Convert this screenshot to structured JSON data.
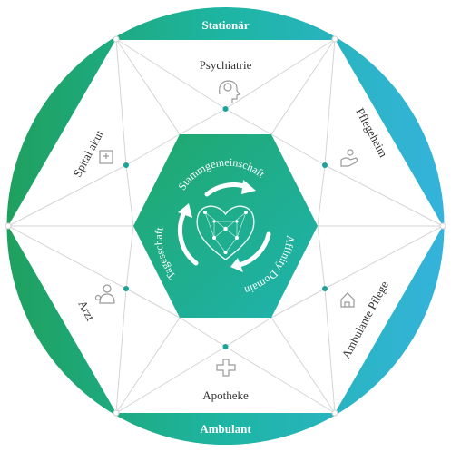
{
  "ring": {
    "top_label": "Stationär",
    "bottom_label": "Ambulant"
  },
  "nodes": {
    "top": "Psychiatrie",
    "top_right": "Pflegeheim",
    "bottom_right": "Ambulante Pflege",
    "bottom": "Apotheke",
    "bottom_left": "Arzt",
    "top_left": "Spital akut"
  },
  "inner": {
    "top": "Stammgemeinschaft",
    "right": "Affinity Domain",
    "left": "Tagesschaft"
  },
  "icons": {
    "top": "head-brain-icon",
    "top_right": "hand-care-icon",
    "bottom_right": "home-care-icon",
    "bottom": "pharmacy-cross-icon",
    "bottom_left": "doctor-icon",
    "top_left": "hospital-icon",
    "center": "network-heart-icon"
  },
  "colors": {
    "green": "#1fa868",
    "teal": "#1eb3a6",
    "blue": "#2fb4d8",
    "dot": "#1aa39a"
  }
}
